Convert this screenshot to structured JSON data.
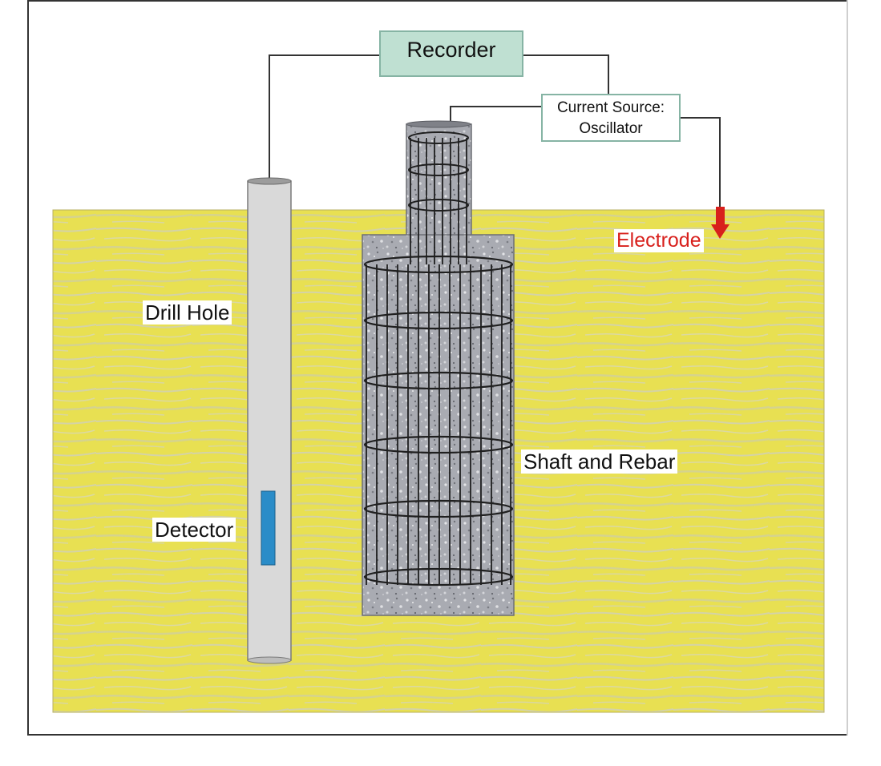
{
  "labels": {
    "recorder": "Recorder",
    "current_source_line1": "Current Source:",
    "current_source_line2": "Oscillator",
    "electrode": "Electrode",
    "drill_hole": "Drill Hole",
    "detector": "Detector",
    "shaft_and_rebar": "Shaft and Rebar"
  },
  "colors": {
    "soil": "#e8e052",
    "soil_streak": "#c9c9b8",
    "recorder_box": "#bfe0d2",
    "recorder_border": "#86b4a4",
    "source_border": "#86b4a4",
    "drill_hole": "#d9d9d9",
    "detector": "#2a8cc8",
    "shaft": "#a8aab0",
    "rebar": "#1f1f1f",
    "electrode": "#d8201c",
    "wire": "#333333"
  },
  "icons": {
    "electrode": "down-arrow-electrode"
  }
}
